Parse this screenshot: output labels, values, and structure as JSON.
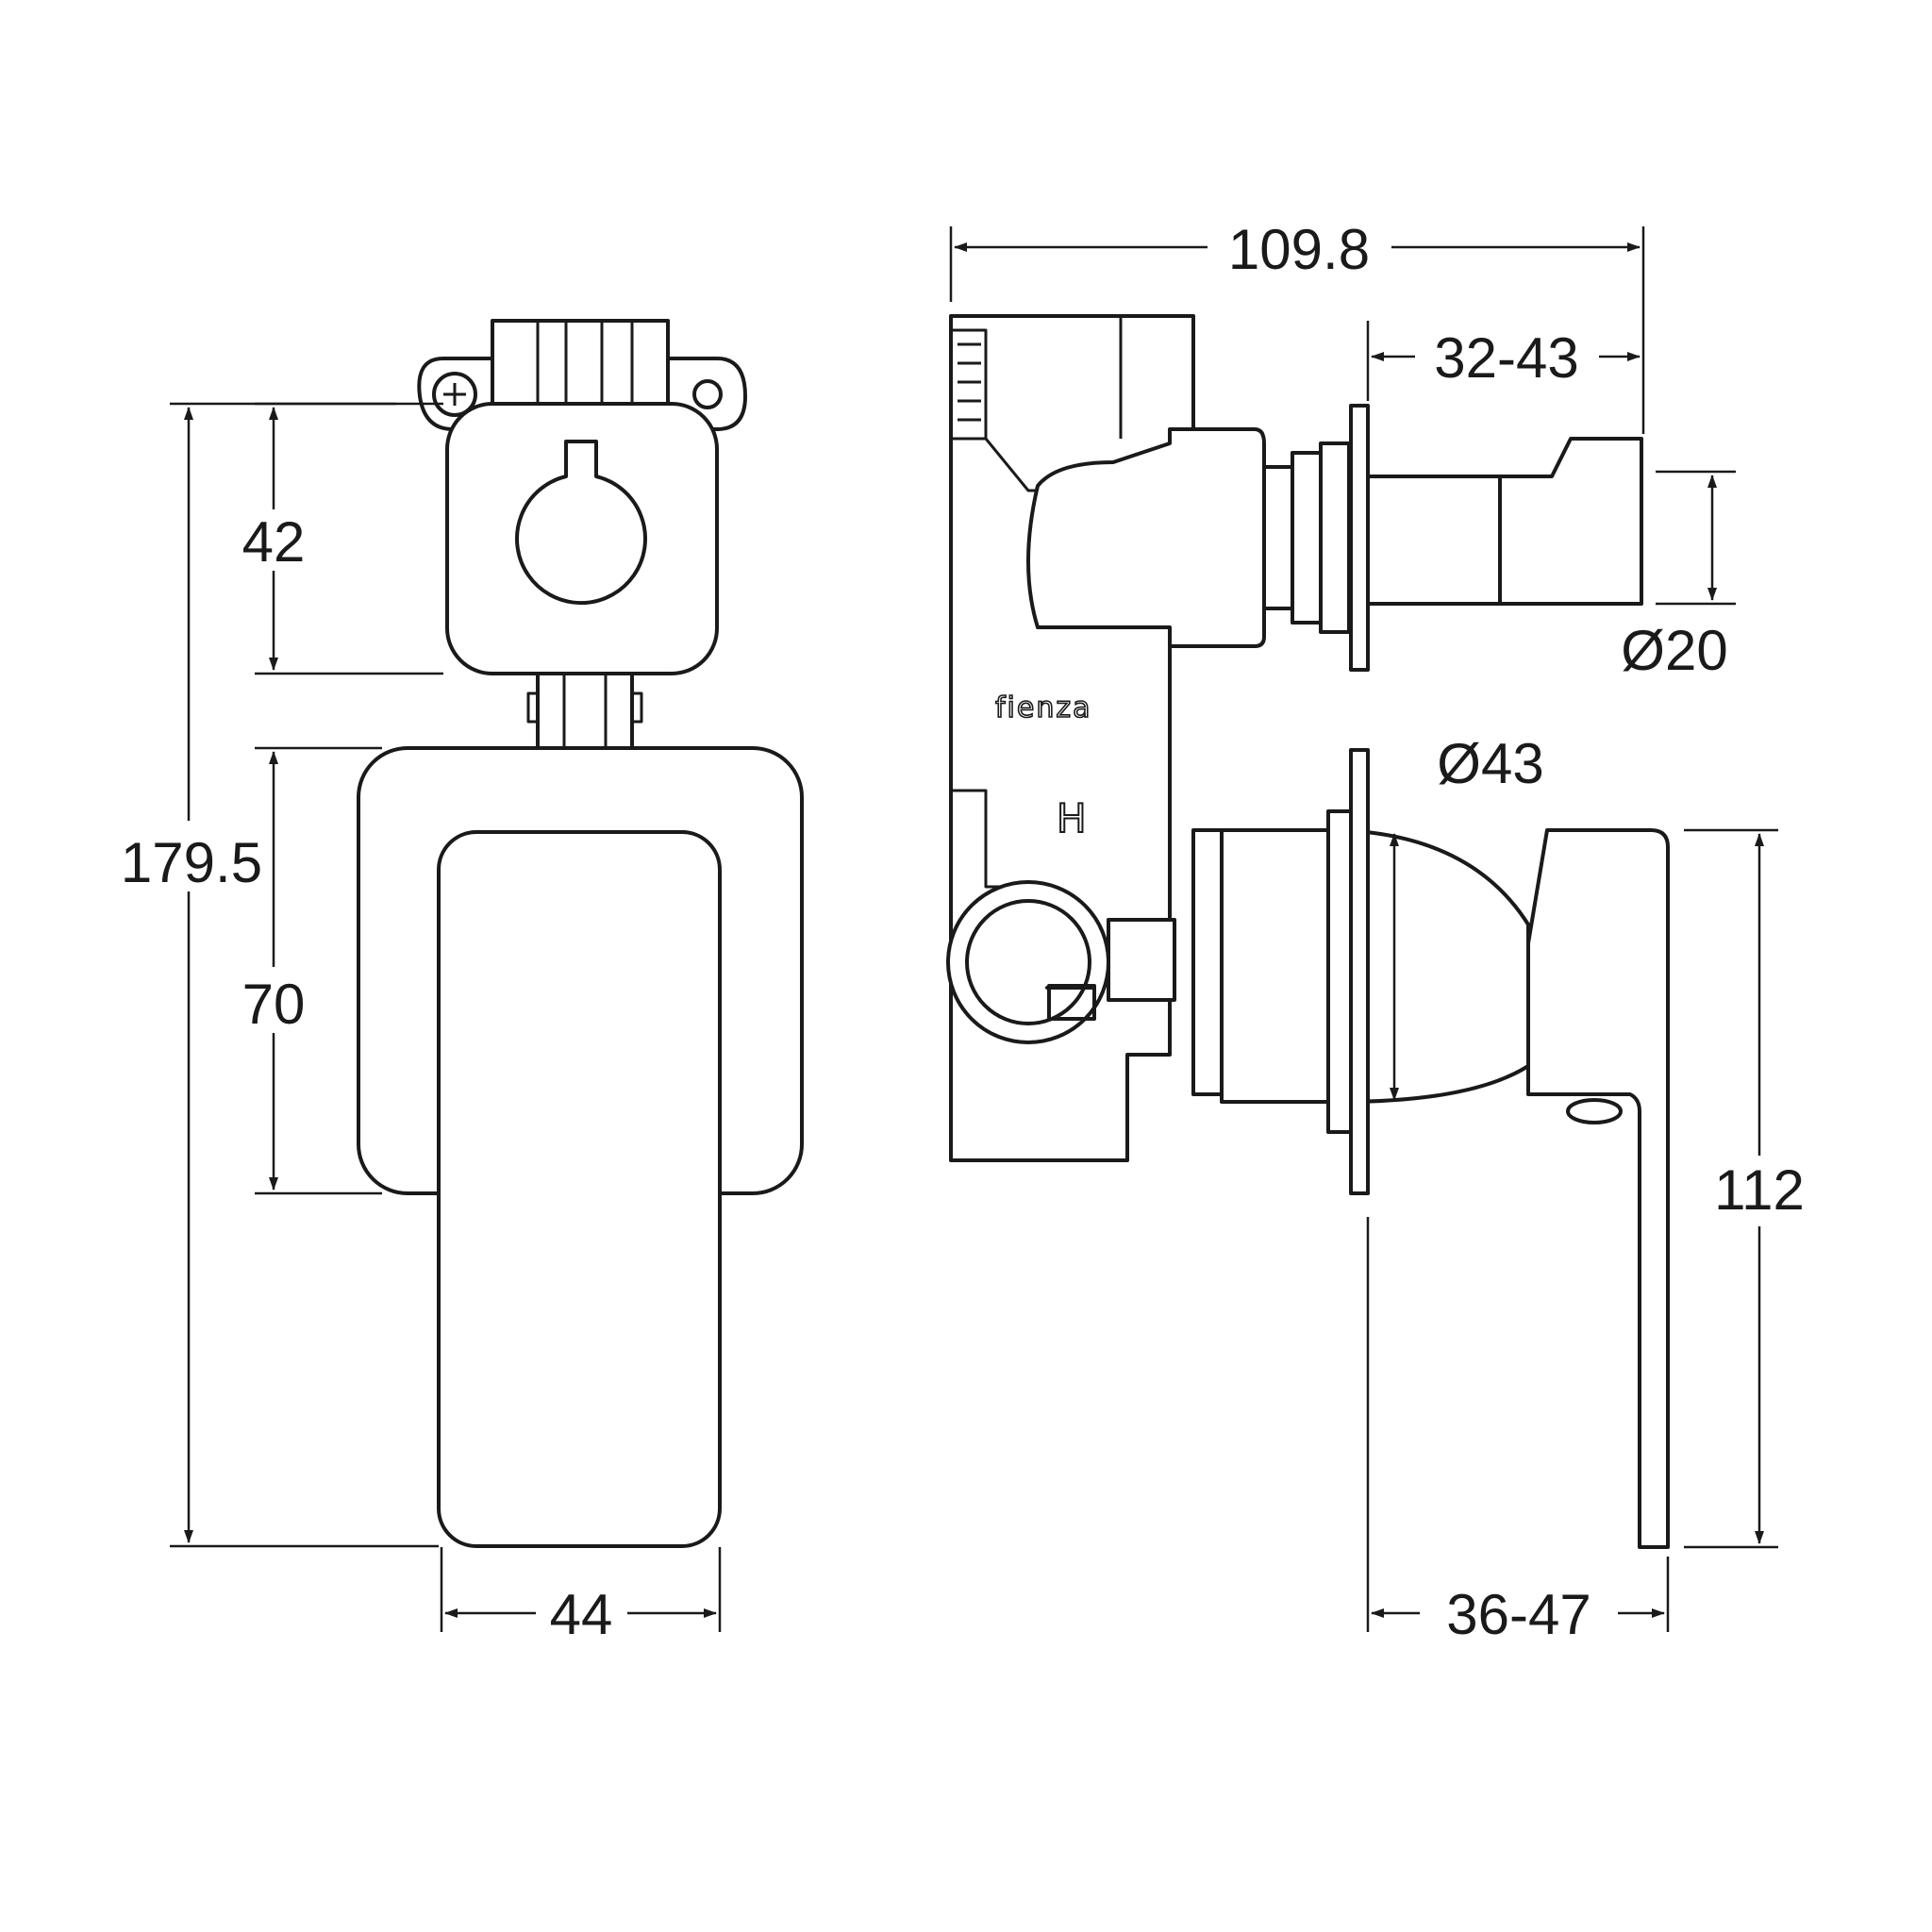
{
  "front_view": {
    "dim_overall_height": "179.5",
    "dim_top_plate": "42",
    "dim_escutcheon": "70",
    "dim_handle_width": "44"
  },
  "side_view": {
    "dim_overall_depth": "109.8",
    "dim_spindle_projection": "32-43",
    "dim_spindle_diameter": "Ø20",
    "dim_body_diameter": "Ø43",
    "dim_handle_length": "112",
    "dim_handle_projection": "36-47",
    "brand_text": "fienza",
    "hot_marking": "H"
  }
}
